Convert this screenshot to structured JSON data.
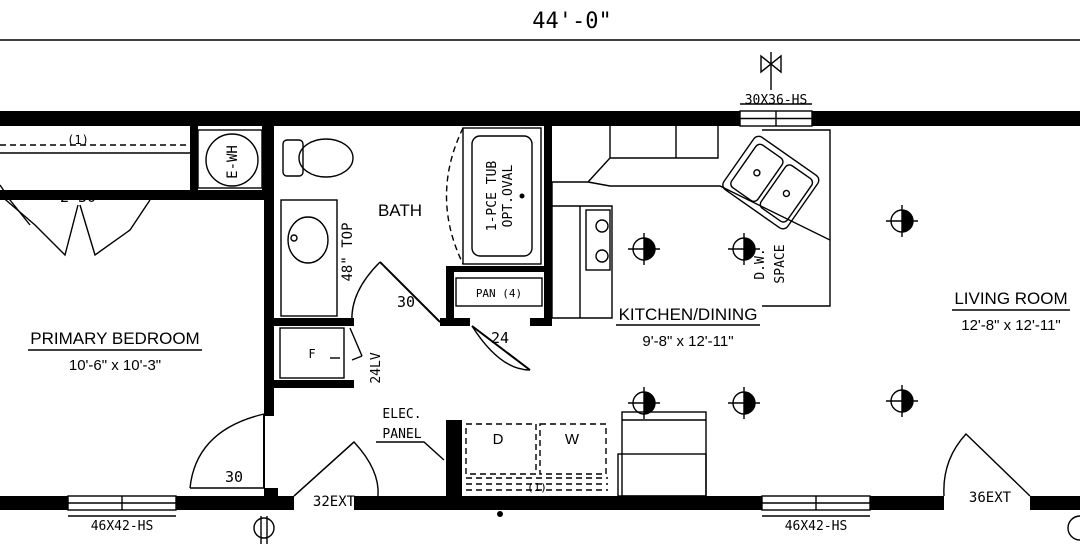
{
  "dimension": {
    "overall_width": "44'-0\""
  },
  "rooms": {
    "primary_bedroom": {
      "name": "PRIMARY BEDROOM",
      "size": "10'-6\" x 10'-3\""
    },
    "bath": {
      "name": "BATH"
    },
    "kitchen_dining": {
      "name": "KITCHEN/DINING",
      "size": "9'-8\" x 12'-11\""
    },
    "living_room": {
      "name": "LIVING ROOM",
      "size": "12'-8\" x 12'-11\""
    }
  },
  "windows": {
    "top": "30X36-HS",
    "bedroom": "46X42-HS",
    "living": "46X42-HS"
  },
  "doors": {
    "closet": "2-30",
    "bath": "30",
    "pan_closet": "24",
    "bedroom": "30",
    "ext_left": "32EXT",
    "ext_right": "36EXT"
  },
  "labels": {
    "shelf": "(1)",
    "water_heater": "E-WH",
    "tub_line1": "1-PCE TUB",
    "tub_line2": "OPT.OVAL",
    "vanity_top": "48\" TOP",
    "pan": "PAN (4)",
    "furnace": "F",
    "linen": "24LV",
    "dw_space_line1": "D.W.",
    "dw_space_line2": "SPACE",
    "elec_panel_line1": "ELEC.",
    "elec_panel_line2": "PANEL",
    "dryer": "D",
    "washer": "W",
    "shelf2": "(1)"
  }
}
